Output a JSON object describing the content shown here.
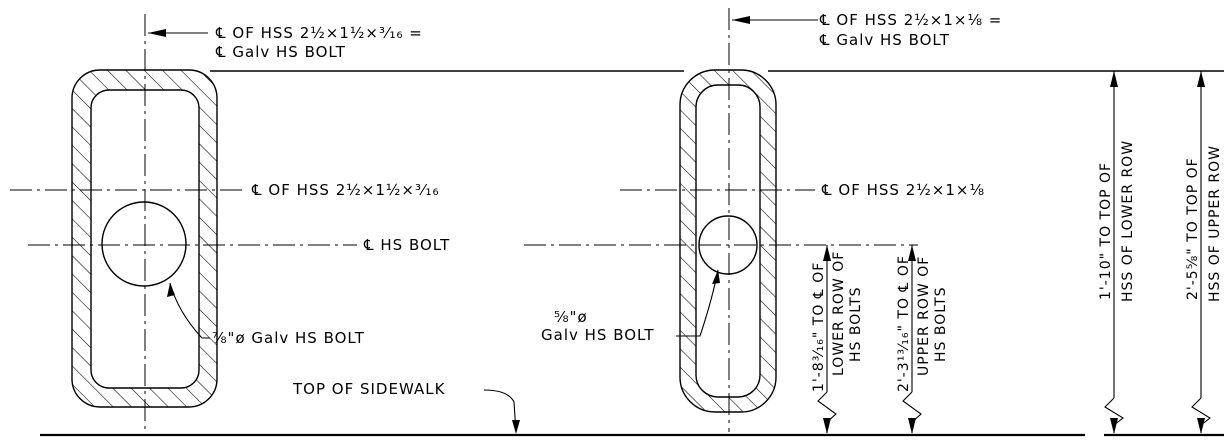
{
  "labels": {
    "left_top_line1": "℄ OF HSS 2½×1½×³⁄₁₆  =",
    "left_top_line2": "℄ Galv HS BOLT",
    "right_top_line1": "℄ OF HSS 2½×1×⅛  =",
    "right_top_line2": "℄ Galv HS BOLT",
    "left_cl_label": "℄ OF HSS 2½×1½×³⁄₁₆",
    "right_cl_label": "℄ OF HSS 2½×1×⅛",
    "bolt_cl_label": "℄ HS BOLT",
    "left_bolt_label": "⅞\"ø Galv HS BOLT",
    "right_bolt_label_line1": "⅝\"ø",
    "right_bolt_label_line2": "Galv HS BOLT",
    "sidewalk_label": "TOP OF SIDEWALK"
  },
  "dimensions": {
    "lower_bolts_line1": "1'-8³⁄₁₆\" TO ℄ OF",
    "lower_bolts_line2": "LOWER ROW OF",
    "lower_bolts_line3": "HS BOLTS",
    "upper_bolts_line1": "2'-3¹³⁄₁₆\" TO ℄ OF",
    "upper_bolts_line2": "UPPER ROW OF",
    "upper_bolts_line3": "HS BOLTS",
    "lower_hss_line1": "1'-10\" TO TOP OF",
    "lower_hss_line2": "HSS OF LOWER ROW",
    "upper_hss_line1": "2'-5⅝\" TO TOP OF",
    "upper_hss_line2": "HSS OF UPPER ROW"
  }
}
